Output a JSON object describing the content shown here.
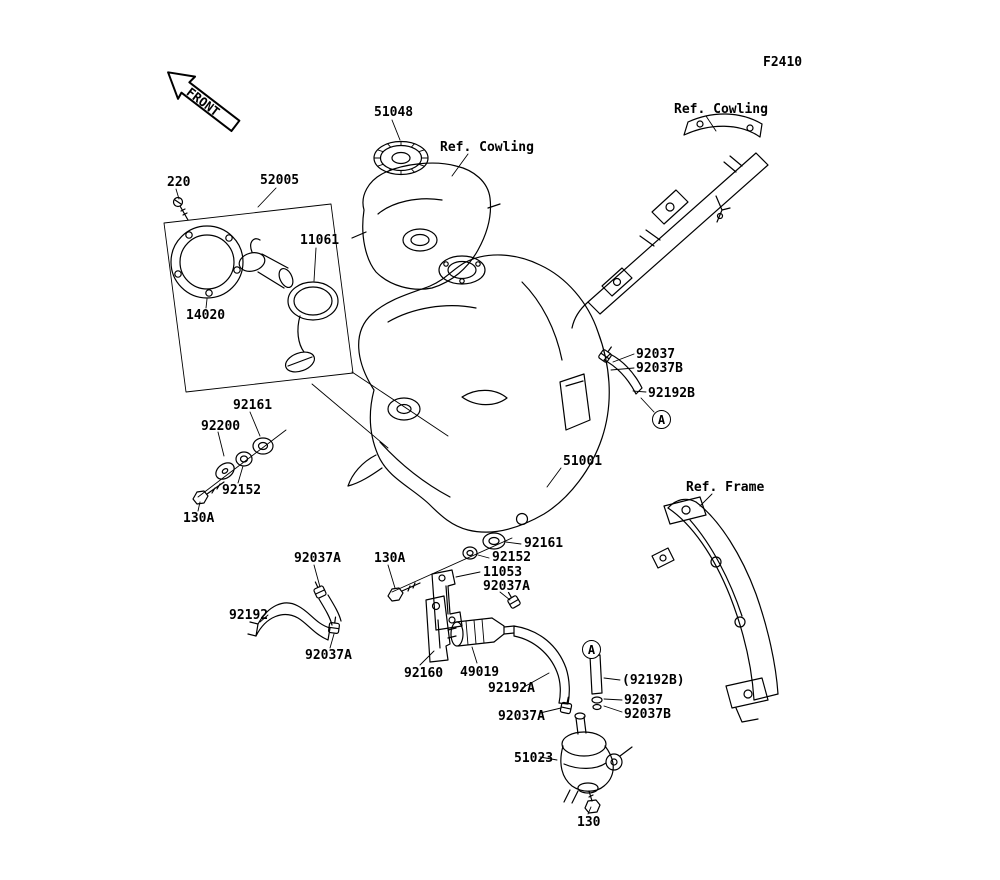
{
  "diagram": {
    "front_arrow_label": "FRONT",
    "marker_a": "A"
  },
  "labels": [
    {
      "id": "fiche-code",
      "text": "F2410"
    },
    {
      "id": "part-51048",
      "text": "51048"
    },
    {
      "id": "ref-cowling-center",
      "text": "Ref. Cowling"
    },
    {
      "id": "ref-cowling-right",
      "text": "Ref. Cowling"
    },
    {
      "id": "part-220",
      "text": "220"
    },
    {
      "id": "part-52005",
      "text": "52005"
    },
    {
      "id": "part-11061",
      "text": "11061"
    },
    {
      "id": "part-14020",
      "text": "14020"
    },
    {
      "id": "part-92037-top",
      "text": "92037"
    },
    {
      "id": "part-92037b-top",
      "text": "92037B"
    },
    {
      "id": "part-92192b-top",
      "text": "92192B"
    },
    {
      "id": "part-92161-left",
      "text": "92161"
    },
    {
      "id": "part-92200",
      "text": "92200"
    },
    {
      "id": "part-51001",
      "text": "51001"
    },
    {
      "id": "part-92152-left",
      "text": "92152"
    },
    {
      "id": "part-130a-left",
      "text": "130A"
    },
    {
      "id": "ref-frame",
      "text": "Ref. Frame"
    },
    {
      "id": "part-92161-mid",
      "text": "92161"
    },
    {
      "id": "part-92152-mid",
      "text": "92152"
    },
    {
      "id": "part-92037a-1",
      "text": "92037A"
    },
    {
      "id": "part-130a-mid",
      "text": "130A"
    },
    {
      "id": "part-11053",
      "text": "11053"
    },
    {
      "id": "part-92037a-2",
      "text": "92037A"
    },
    {
      "id": "part-92192",
      "text": "92192"
    },
    {
      "id": "part-92037a-3",
      "text": "92037A"
    },
    {
      "id": "part-92160",
      "text": "92160"
    },
    {
      "id": "part-49019",
      "text": "49019"
    },
    {
      "id": "part-92192a",
      "text": "92192A"
    },
    {
      "id": "part-92192b-paren",
      "text": "(92192B)"
    },
    {
      "id": "part-92037-bottom",
      "text": "92037"
    },
    {
      "id": "part-92037b-bottom",
      "text": "92037B"
    },
    {
      "id": "part-92037a-4",
      "text": "92037A"
    },
    {
      "id": "part-51023",
      "text": "51023"
    },
    {
      "id": "part-130",
      "text": "130"
    }
  ]
}
